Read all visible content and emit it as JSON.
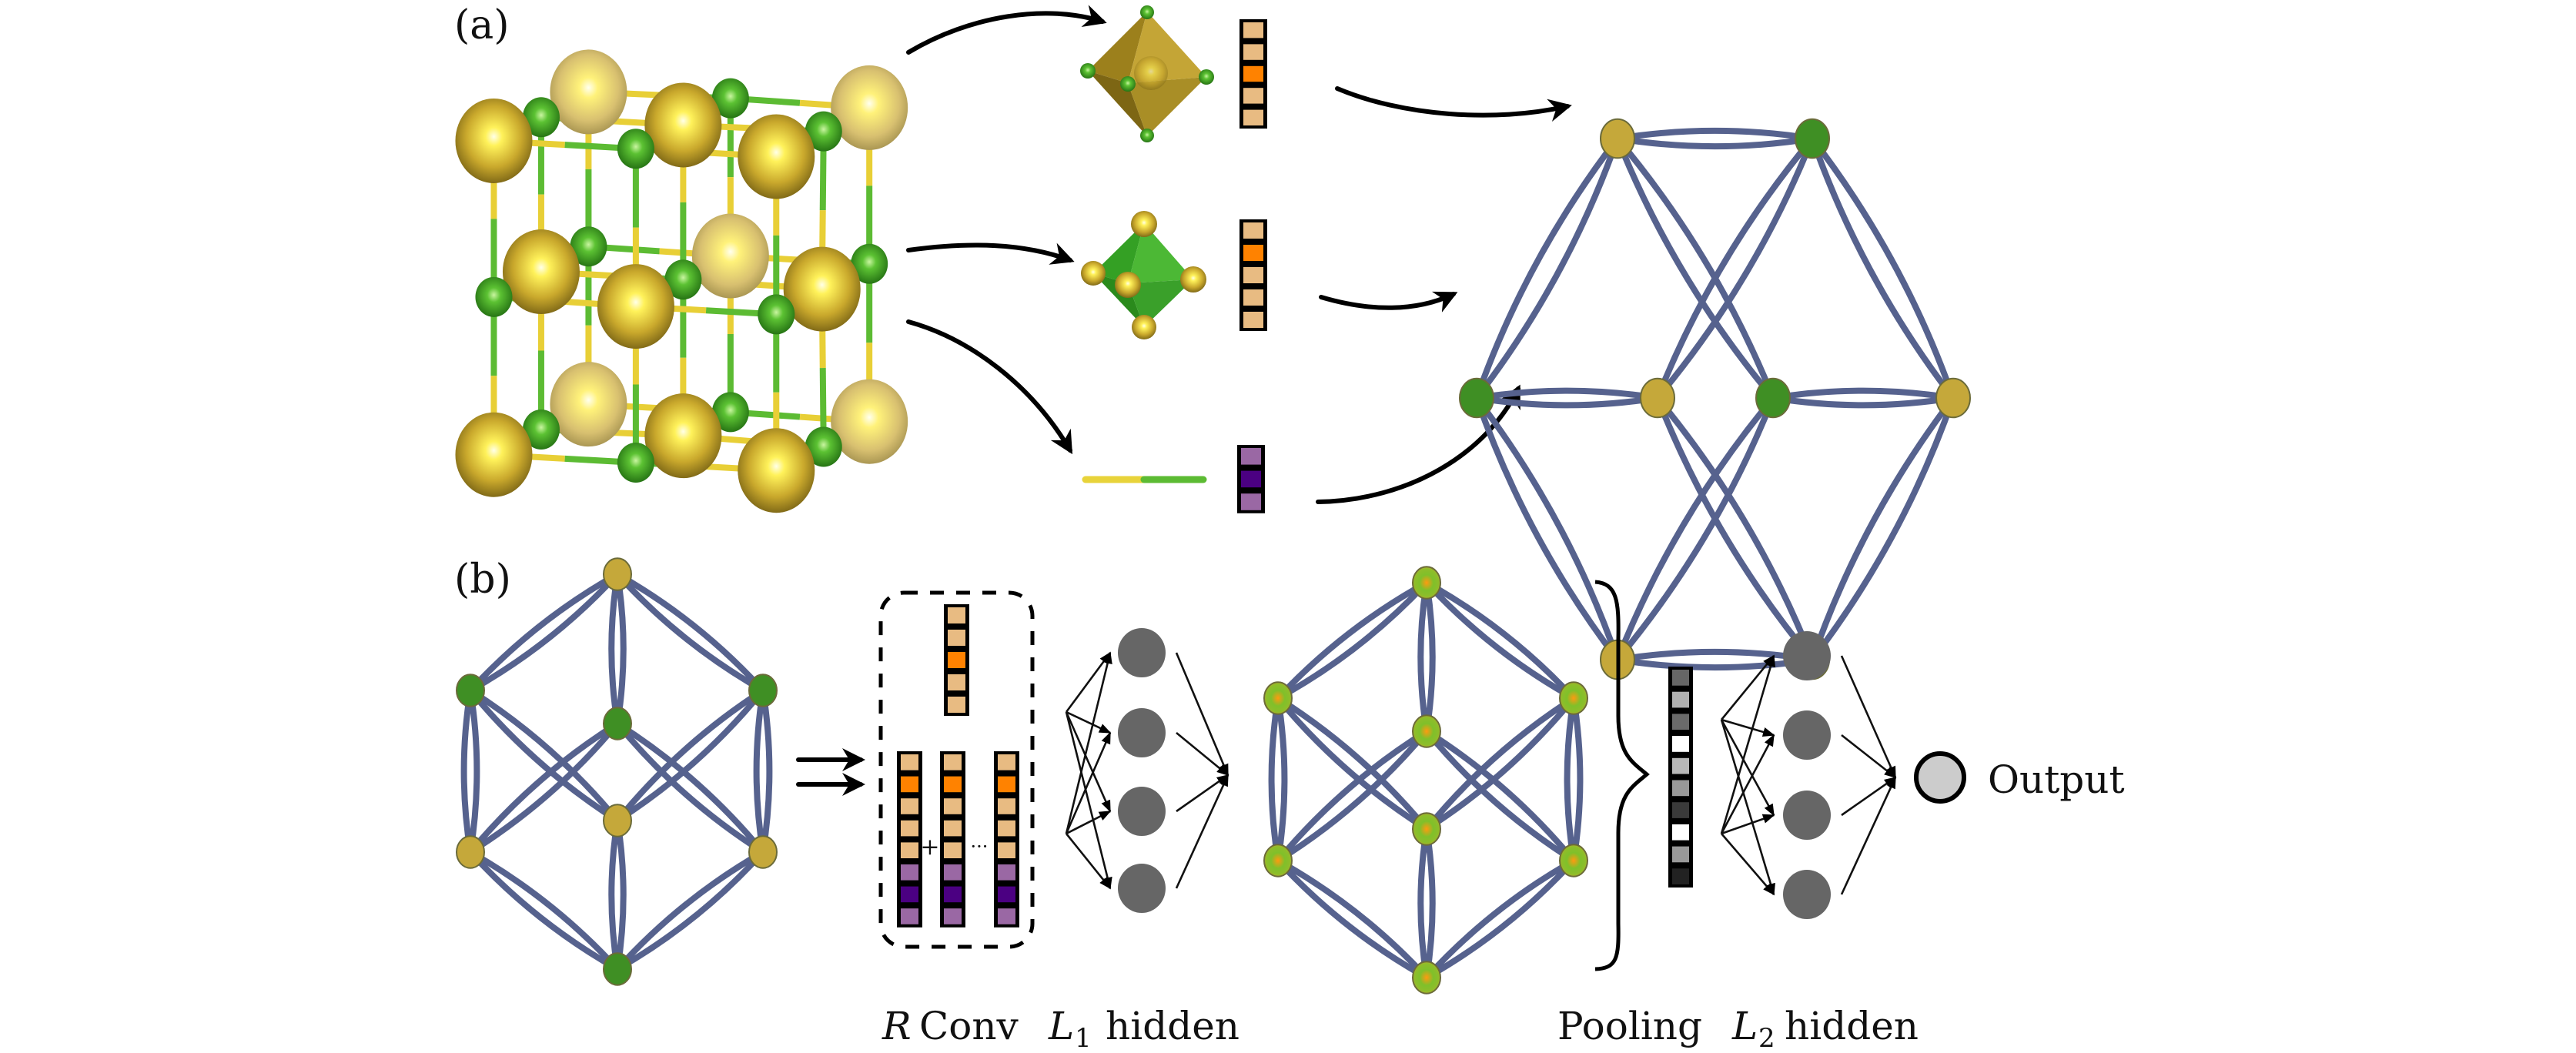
{
  "figure": {
    "panel_a_label": "(a)",
    "panel_b_label": "(b)",
    "captions": {
      "r_symbol": "R",
      "conv": "Conv",
      "l1_symbol": "L",
      "l1_subscript": "1",
      "l1_hidden": "hidden",
      "pooling": "Pooling",
      "l2_symbol": "L",
      "l2_subscript": "2",
      "l2_hidden": "hidden",
      "output": "Output",
      "plus": "+",
      "ellipsis": "···"
    }
  },
  "colors": {
    "atom_gold": "#c9a82c",
    "atom_gold_light": "#fff36a",
    "atom_green": "#3f9a27",
    "atom_green_light": "#8fe05a",
    "node_gold": "#c5a83a",
    "node_green": "#3f8f24",
    "node_outline": "#6b6b3a",
    "edge": "#56628e",
    "cell_light_orange": "#e8bb82",
    "cell_orange": "#ff8200",
    "cell_light_purple": "#9a68a4",
    "cell_dark_purple": "#4b0082",
    "hidden_neuron": "#666666",
    "output_neuron": "#cccccc"
  },
  "crystal_graph_a": {
    "node_species": [
      "gold",
      "green",
      "green",
      "gold",
      "green",
      "gold",
      "gold",
      "green"
    ],
    "edges": [
      [
        0,
        1
      ],
      [
        2,
        3
      ],
      [
        4,
        5
      ],
      [
        6,
        7
      ],
      [
        0,
        2
      ],
      [
        0,
        4
      ],
      [
        1,
        3
      ],
      [
        1,
        5
      ],
      [
        6,
        2
      ],
      [
        6,
        4
      ],
      [
        7,
        3
      ],
      [
        7,
        5
      ]
    ]
  },
  "crystal_graph_b_input": {
    "node_species": [
      "gold",
      "green",
      "green",
      "green",
      "gold",
      "gold",
      "gold",
      "green"
    ],
    "edges": [
      [
        0,
        1
      ],
      [
        0,
        2
      ],
      [
        0,
        3
      ],
      [
        1,
        5
      ],
      [
        2,
        6
      ],
      [
        4,
        7
      ],
      [
        5,
        7
      ],
      [
        6,
        7
      ],
      [
        1,
        4
      ],
      [
        2,
        4
      ],
      [
        3,
        5
      ],
      [
        3,
        6
      ]
    ]
  },
  "crystal_graph_b_pooled": {
    "node_species": [
      "mixed",
      "mixed",
      "mixed",
      "mixed",
      "mixed",
      "mixed",
      "mixed",
      "mixed"
    ],
    "edges": [
      [
        0,
        1
      ],
      [
        0,
        2
      ],
      [
        0,
        3
      ],
      [
        1,
        5
      ],
      [
        2,
        6
      ],
      [
        4,
        7
      ],
      [
        5,
        7
      ],
      [
        6,
        7
      ],
      [
        1,
        4
      ],
      [
        2,
        4
      ],
      [
        3,
        5
      ],
      [
        3,
        6
      ]
    ]
  },
  "feature_vectors_a": [
    {
      "name": "atom-feature-vector-1",
      "cells": [
        "light_orange",
        "light_orange",
        "orange",
        "light_orange",
        "light_orange"
      ]
    },
    {
      "name": "atom-feature-vector-2",
      "cells": [
        "light_orange",
        "orange",
        "light_orange",
        "light_orange",
        "light_orange"
      ]
    },
    {
      "name": "bond-feature-vector",
      "cells": [
        "light_purple",
        "dark_purple",
        "light_purple"
      ]
    }
  ],
  "conv_vectors_b": {
    "center_atom": [
      "light_orange",
      "light_orange",
      "orange",
      "light_orange",
      "light_orange"
    ],
    "neighbor_concat": [
      [
        "light_orange",
        "orange",
        "light_orange",
        "light_orange",
        "light_orange",
        "light_purple",
        "dark_purple",
        "light_purple"
      ],
      [
        "light_orange",
        "orange",
        "light_orange",
        "light_orange",
        "light_orange",
        "light_purple",
        "dark_purple",
        "light_purple"
      ],
      [
        "light_orange",
        "orange",
        "light_orange",
        "light_orange",
        "light_orange",
        "light_purple",
        "dark_purple",
        "light_purple"
      ]
    ]
  },
  "pooling_vector": [
    "#666666",
    "#b0b0b0",
    "#6a6a6a",
    "#ffffff",
    "#b8b8b8",
    "#999999",
    "#3a3a3a",
    "#ffffff",
    "#999999",
    "#222222"
  ],
  "hidden_layers": {
    "l1_neuron_count": 4,
    "l2_neuron_count": 4
  }
}
